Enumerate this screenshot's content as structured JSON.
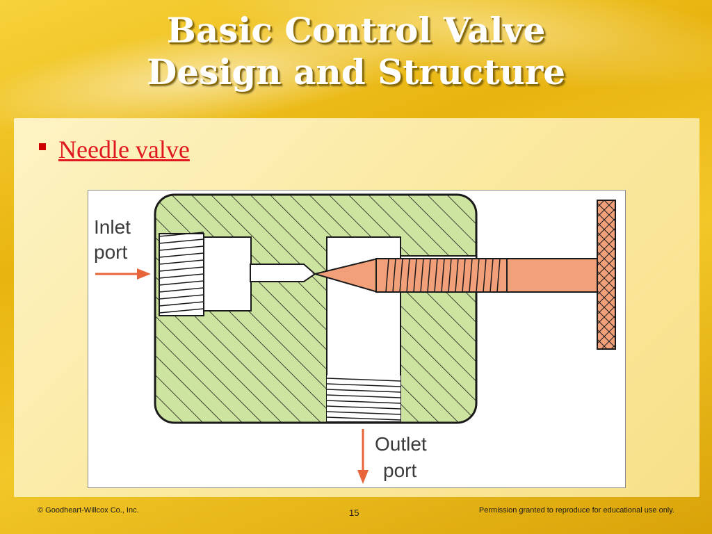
{
  "slide": {
    "title_line1": "Basic Control Valve",
    "title_line2": "Design and Structure",
    "bullet_text": "Needle valve"
  },
  "diagram": {
    "inlet_label_line1": "Inlet",
    "inlet_label_line2": "port",
    "outlet_label_line1": "Outlet",
    "outlet_label_line2": "port"
  },
  "footer": {
    "copyright": "© Goodheart-Willcox Co., Inc.",
    "page_number": "15",
    "permission": "Permission granted to reproduce for educational use only."
  },
  "colors": {
    "body_fill": "#cde3a0",
    "needle_fill": "#f2a07a",
    "arrow": "#e8653a",
    "bullet_link": "#e0181f"
  }
}
